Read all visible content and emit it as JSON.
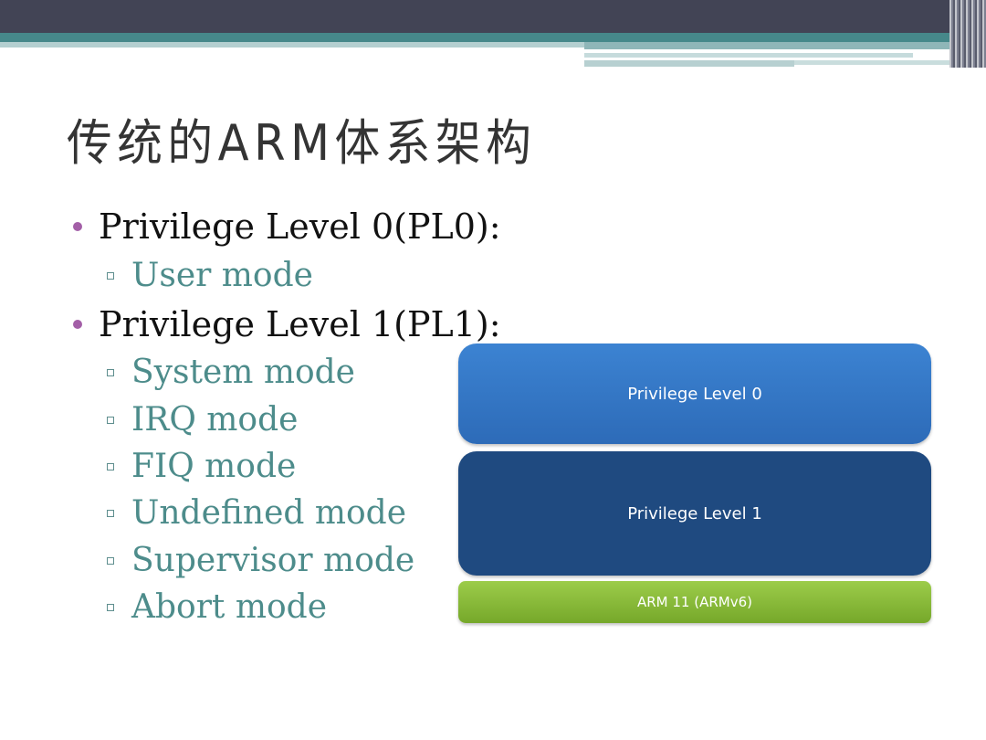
{
  "slide": {
    "title": "传统的ARM体系架构",
    "bullets": [
      {
        "label": "Privilege Level 0(PL0):",
        "sub": [
          "User mode"
        ]
      },
      {
        "label": "Privilege Level 1(PL1):",
        "sub": [
          "System mode",
          "IRQ mode",
          "FIQ mode",
          "Undefined mode",
          "Supervisor mode",
          "Abort mode"
        ]
      }
    ],
    "diagram": {
      "pl0_label": "Privilege Level 0",
      "pl1_label": "Privilege Level 1",
      "arm_label": "ARM 11 (ARMv6)"
    },
    "colors": {
      "bullet_marker": "#a35fa7",
      "sub_text": "#4d8c8b",
      "pl0_box": "#3478c8",
      "pl1_box": "#1f4a80",
      "arm_box": "#8fc13c"
    }
  }
}
